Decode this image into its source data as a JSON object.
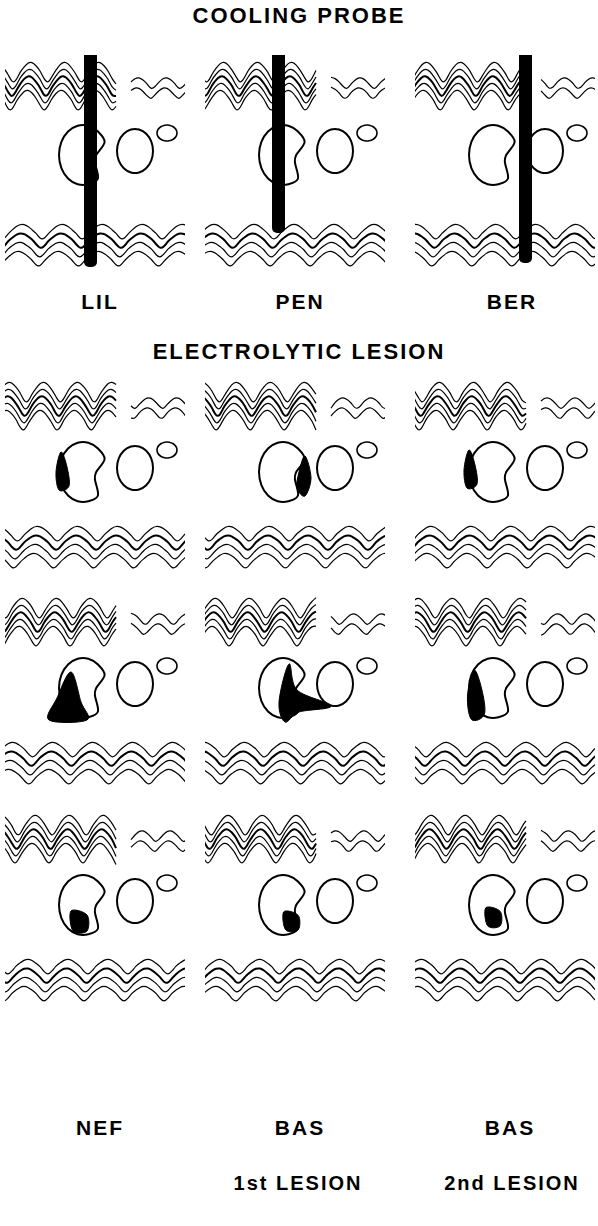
{
  "diagram": {
    "labels": [
      "COOLING PROBE",
      "LIL",
      "PEN",
      "BER",
      "ELECTROLYTIC LESION",
      "NEF",
      "BAS",
      "BAS",
      "1st LESION",
      "2nd LESION"
    ]
  }
}
